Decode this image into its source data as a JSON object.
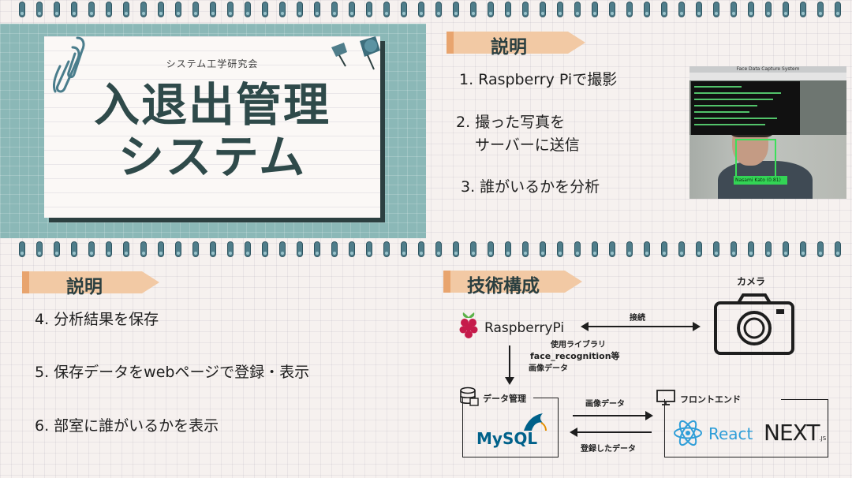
{
  "title_panel": {
    "club": "システム工学研究会",
    "title_line1": "入退出管理",
    "title_line2": "システム"
  },
  "section_top_right": {
    "heading": "説明",
    "steps": [
      "1. Raspberry Piで撮影",
      "2. 撮った写真を",
      "サーバーに送信",
      "3. 誰がいるかを分析"
    ]
  },
  "camera_preview": {
    "window_title": "Face Data Capture System",
    "face_label": "Nasami Kato (0.81)"
  },
  "section_bottom_left": {
    "heading": "説明",
    "steps": [
      "4. 分析結果を保存",
      "5. 保存データをwebページで登録・表示",
      "6. 部室に誰がいるかを表示"
    ]
  },
  "tech": {
    "heading": "技術構成",
    "raspberry_label": "RaspberryPi",
    "camera_label": "カメラ",
    "connection_label": "接続",
    "libs_label1": "使用ライブラリ",
    "libs_label2": "face_recognition等",
    "libs_label3": "画像データ",
    "data_mgmt_label": "データ管理",
    "mysql_label": "MySQL",
    "frontend_label": "フロントエンド",
    "image_data_label": "画像データ",
    "registered_data_label": "登録したデータ",
    "react_label": "React",
    "next_label": "NEXT",
    "next_suffix": ".JS"
  },
  "colors": {
    "teal_panel": "#8bb8b7",
    "title_text": "#2f4a4a",
    "ribbon": "#f2c9a4",
    "ring": "#4f7d8a",
    "react_blue": "#2f9ed8",
    "raspberry_red": "#c51a4a",
    "mysql_blue": "#00618a"
  }
}
